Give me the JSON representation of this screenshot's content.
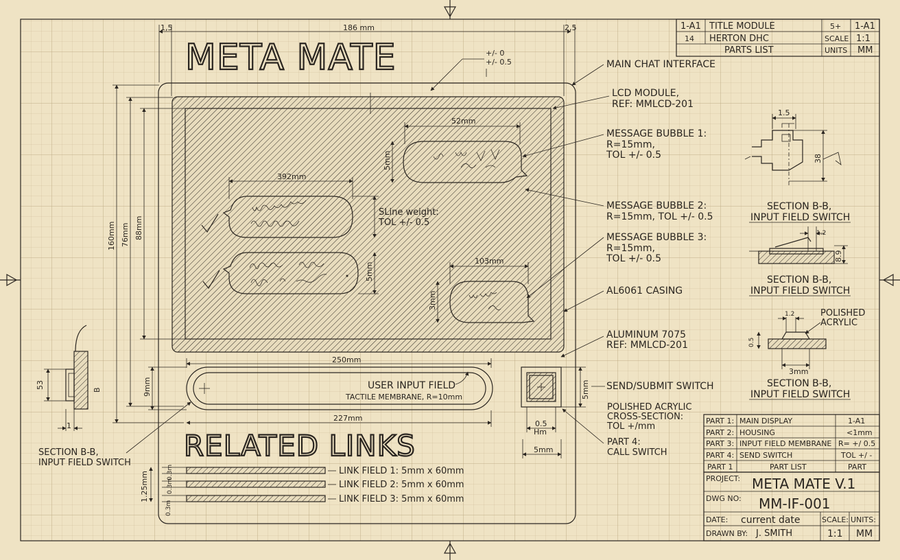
{
  "header": {
    "app_title": "META MATE",
    "top_dim": "186 mm",
    "top_left_margin": "1,5",
    "top_right_margin": "2,5",
    "tol_a": "+/- 0",
    "tol_b": "+/- 0.5"
  },
  "title_block_top": {
    "rows": [
      {
        "ref": "1-A1",
        "label": "TITLE MODULE",
        "k": "5+",
        "v": "1-A1"
      },
      {
        "ref": "14",
        "label": "HERTON DHC",
        "k": "SCALE",
        "v": "1:1"
      },
      {
        "ref": "",
        "label": "PARTS LIST",
        "k": "UNITS",
        "v": "MM"
      }
    ]
  },
  "screen": {
    "bubble1_dim": "52mm",
    "bubble2_dim": "392mm",
    "bubble3_dim": "103mm",
    "side_dims": [
      "160mm",
      "76mm",
      "88mm"
    ],
    "b1_h": "5mm",
    "b2_h": "5mm",
    "b3_h": "3mm",
    "sline_weight": "SLine weight:",
    "sline_tol": "TOL +/- 0.5"
  },
  "callouts": {
    "main_chat": "MAIN CHAT INTERFACE",
    "lcd_1": "LCD MODULE,",
    "lcd_2": "REF: MMLCD-201",
    "mb1_1": "MESSAGE BUBBLE 1:",
    "mb1_2": "R=15mm,",
    "mb1_3": "TOL +/- 0.5",
    "mb2_1": "MESSAGE BUBBLE 2:",
    "mb2_2": "R=15mm, TOL +/- 0.5",
    "mb3_1": "MESSAGE BUBBLE 3:",
    "mb3_2": "R=15mm,",
    "mb3_3": "TOL +/- 0.5",
    "casing": "AL6061 CASING",
    "al_1": "ALUMINUM 7075",
    "al_2": "REF: MMLCD-201",
    "send": "SEND/SUBMIT SWITCH",
    "pa_1": "POLISHED ACRYLIC",
    "pa_2": "CROSS-SECTION:",
    "pa_3": "TOL +/mm",
    "part4_1": "PART 4:",
    "part4_2": "CALL SWITCH",
    "section_left_1": "SECTION B-B,",
    "section_left_2": "INPUT FIELD SWITCH"
  },
  "input": {
    "label": "USER INPUT FIELD",
    "spec": "TACTILE MEMBRANE, R=10mm",
    "width_top": "250mm",
    "width_bottom": "227mm",
    "height": "9mm",
    "switch_h": "5mm",
    "switch_w": "0.5",
    "switch_w2": "Hm",
    "switch_bottom": "5mm"
  },
  "links": {
    "heading": "RELATED LINKS",
    "items": [
      "LINK FIELD 1: 5mm x 60mm",
      "LINK FIELD 2: 5mm x 60mm",
      "LINK FIELD 3: 5mm x 60mm"
    ],
    "dim_a": "1.25mm",
    "dim_b": "0.3m",
    "dim_c": "0.3m",
    "dim_d": "0.3m"
  },
  "sections": {
    "s1_title": "SECTION B-B,",
    "s1_sub": "INPUT FIELD SWITCH",
    "s1_dim_w": "1.5",
    "s1_dim_h": "38",
    "s2_title": "SECTION B-B,",
    "s2_sub": "INPUT FIELD SWITCH",
    "s2_dim": "1.2",
    "s2_h": "8.9",
    "s3_title": "SECTION B-B,",
    "s3_sub": "INPUT FIELD SWITCH",
    "s3_dim": "1.2",
    "s3_h": "0.5",
    "s3_w": "3mm",
    "polished_1": "POLISHED",
    "polished_2": "ACRYLIC"
  },
  "left_section": {
    "dim1": "53",
    "dim2": "B",
    "dim3": "1"
  },
  "parts_table": {
    "rows": [
      {
        "part": "PART 1:",
        "name": "MAIN DISPLAY",
        "val": "1-A1"
      },
      {
        "part": "PART 2:",
        "name": "HOUSING",
        "val": "<1mm"
      },
      {
        "part": "PART 3:",
        "name": "INPUT FIELD MEMBRANE",
        "val": "R= +/ 0.5"
      },
      {
        "part": "PART 4:",
        "name": "SEND SWITCH",
        "val": "TOL +/ -"
      },
      {
        "part": "PART 1",
        "name": "PART LIST",
        "val": "PART"
      }
    ]
  },
  "title_block": {
    "project_label": "PROJECT:",
    "project": "META MATE V.1",
    "dwg_label": "DWG NO:",
    "dwg": "MM-IF-001",
    "date_label": "DATE:",
    "date": "current date",
    "scale_label": "SCALE:",
    "scale": "1:1",
    "units_label": "UNITS:",
    "units": "MM",
    "drawn_label": "DRAWN BY:",
    "drawn": "J. SMITH"
  }
}
